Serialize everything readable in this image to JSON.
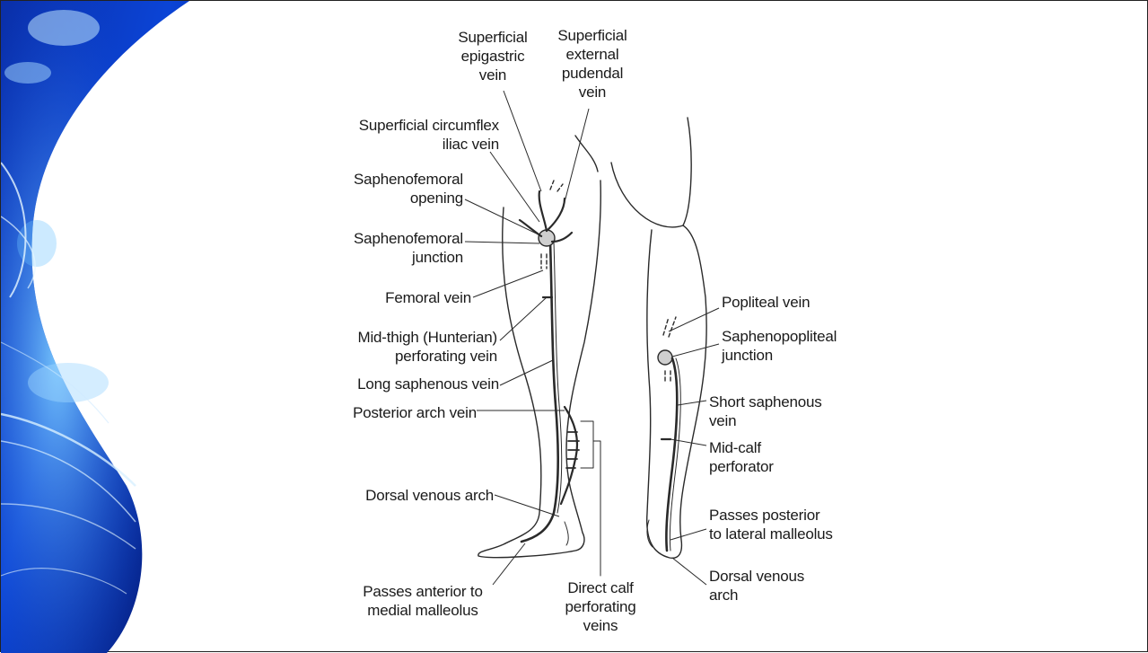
{
  "labels": {
    "superficial_epigastric_vein": "Superficial\nepigastric\nvein",
    "superficial_external_pudendal_vein": "Superficial\nexternal\npudendal\nvein",
    "superficial_circumflex_iliac_vein": "Superficial circumflex\niliac vein",
    "saphenofemoral_opening": "Saphenofemoral\nopening",
    "saphenofemoral_junction": "Saphenofemoral\njunction",
    "femoral_vein": "Femoral vein",
    "mid_thigh_perforating_vein": "Mid-thigh (Hunterian)\nperforating vein",
    "long_saphenous_vein": "Long saphenous vein",
    "posterior_arch_vein": "Posterior arch vein",
    "dorsal_venous_arch_left": "Dorsal venous arch",
    "passes_anterior_medial_malleolus": "Passes anterior to\nmedial malleolus",
    "direct_calf_perforating_veins": "Direct calf\nperforating\nveins",
    "popliteal_vein": "Popliteal vein",
    "saphenopopliteal_junction": "Saphenopopliteal\njunction",
    "short_saphenous_vein": "Short saphenous\nvein",
    "mid_calf_perforator": "Mid-calf\nperforator",
    "passes_posterior_lateral_malleolus": "Passes posterior\nto lateral malleolus",
    "dorsal_venous_arch_right": "Dorsal venous\narch"
  },
  "colors": {
    "deco_dark": "#06165e",
    "deco_mid": "#0a3fc8",
    "deco_light": "#5fb8ff",
    "line": "#2a2a2a"
  }
}
